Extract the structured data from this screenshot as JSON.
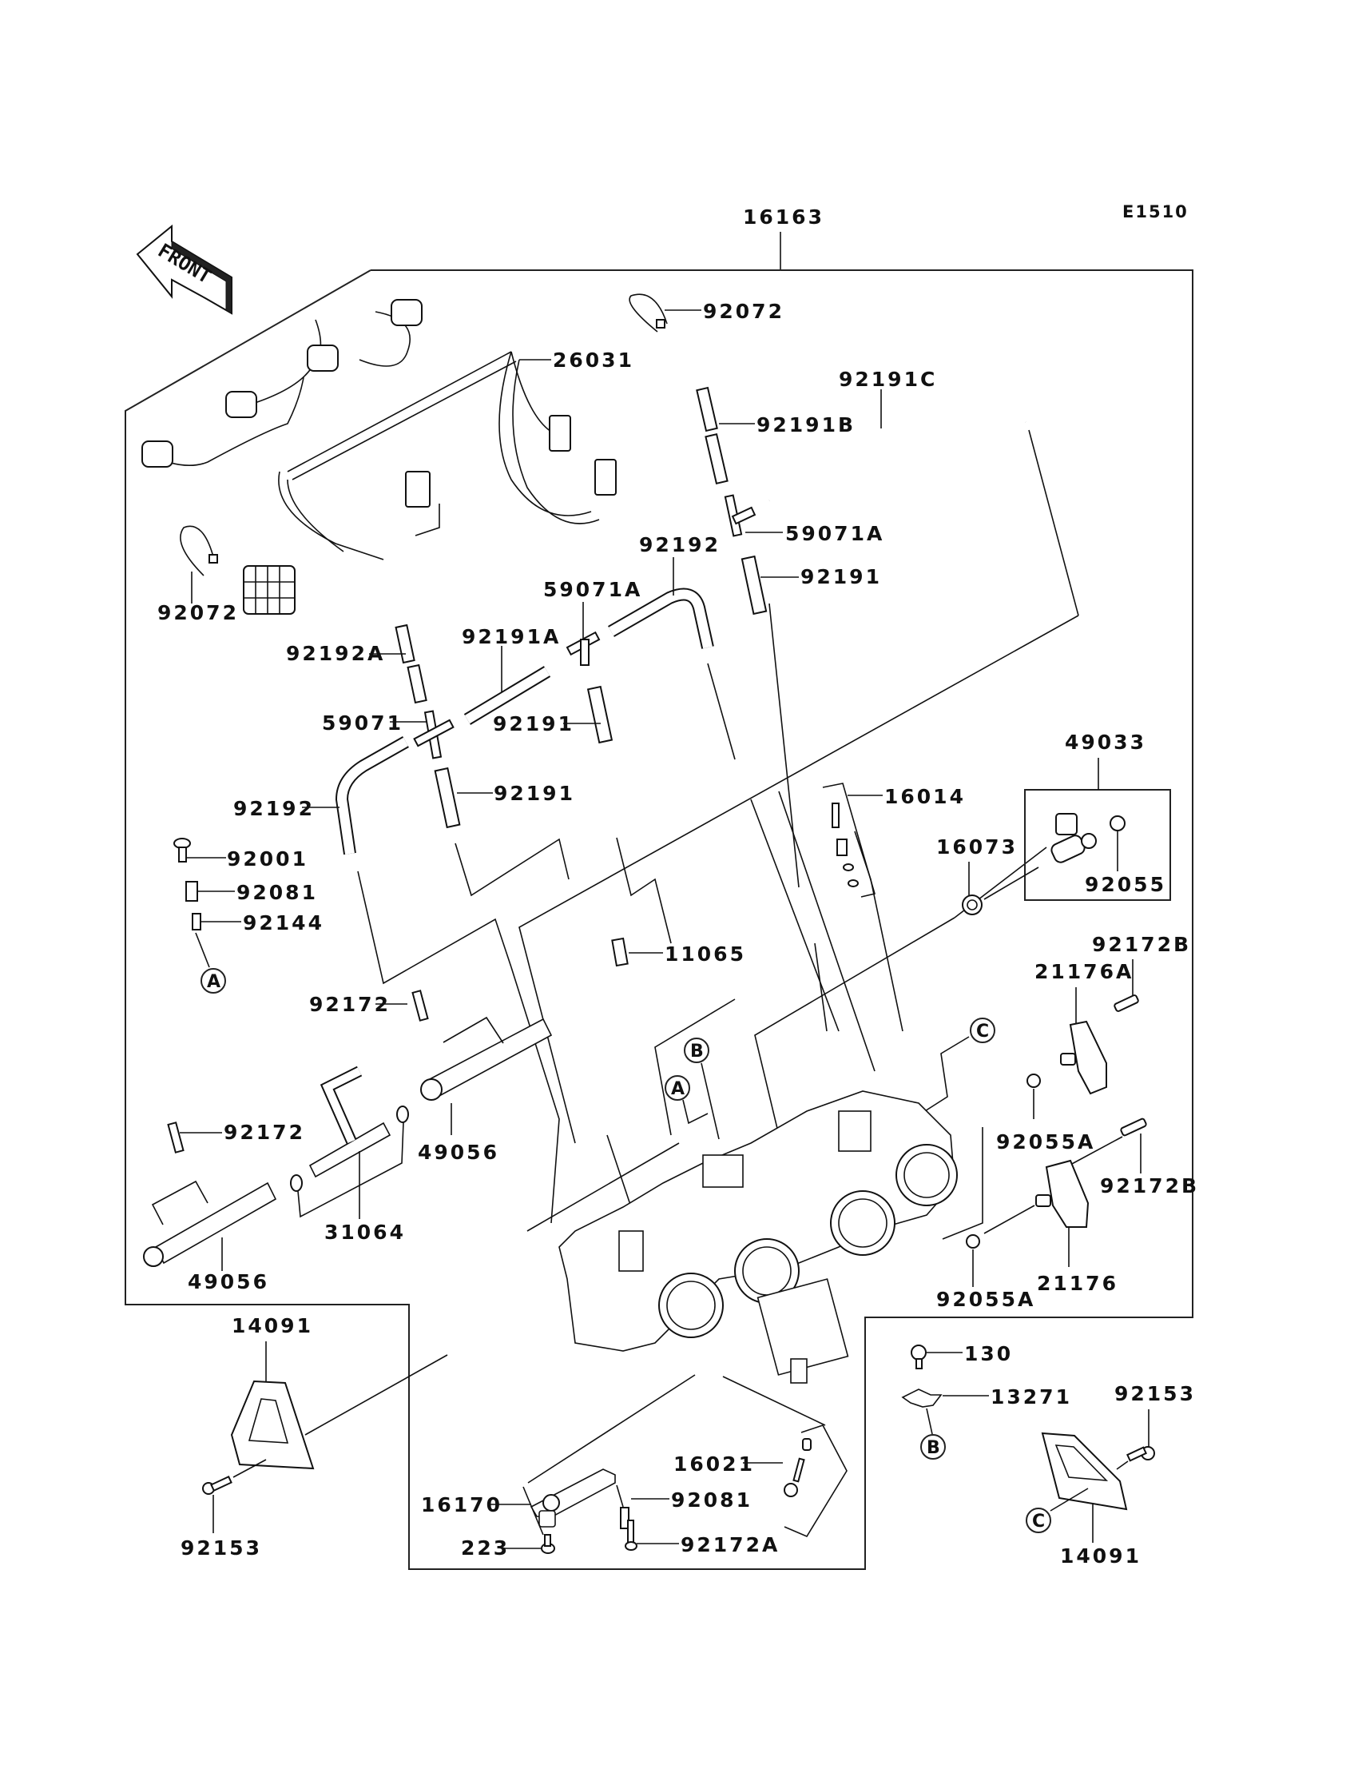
{
  "diagram": {
    "code": "E1510",
    "assembly_label": "16163",
    "front_arrow": "FRONT",
    "callouts": [
      {
        "id": "c01",
        "text": "92072"
      },
      {
        "id": "c02",
        "text": "26031"
      },
      {
        "id": "c03",
        "text": "92191C"
      },
      {
        "id": "c04",
        "text": "92191B"
      },
      {
        "id": "c05",
        "text": "59071A"
      },
      {
        "id": "c06",
        "text": "92191"
      },
      {
        "id": "c07",
        "text": "92192"
      },
      {
        "id": "c08",
        "text": "59071A"
      },
      {
        "id": "c09",
        "text": "92072"
      },
      {
        "id": "c10",
        "text": "92192A"
      },
      {
        "id": "c11",
        "text": "92191A"
      },
      {
        "id": "c12",
        "text": "59071"
      },
      {
        "id": "c13",
        "text": "92191"
      },
      {
        "id": "c14",
        "text": "92192"
      },
      {
        "id": "c15",
        "text": "92191"
      },
      {
        "id": "c16",
        "text": "49033"
      },
      {
        "id": "c17",
        "text": "16014"
      },
      {
        "id": "c18",
        "text": "16073"
      },
      {
        "id": "c19",
        "text": "92055"
      },
      {
        "id": "c20",
        "text": "92001"
      },
      {
        "id": "c21",
        "text": "92081"
      },
      {
        "id": "c22",
        "text": "92144"
      },
      {
        "id": "c23",
        "text": "11065"
      },
      {
        "id": "c24",
        "text": "92172B"
      },
      {
        "id": "c25",
        "text": "21176A"
      },
      {
        "id": "c26",
        "text": "92172"
      },
      {
        "id": "c27",
        "text": "92172"
      },
      {
        "id": "c28",
        "text": "49056"
      },
      {
        "id": "c29",
        "text": "92055A"
      },
      {
        "id": "c30",
        "text": "92172B"
      },
      {
        "id": "c31",
        "text": "31064"
      },
      {
        "id": "c32",
        "text": "21176"
      },
      {
        "id": "c33",
        "text": "49056"
      },
      {
        "id": "c34",
        "text": "92055A"
      },
      {
        "id": "c35",
        "text": "14091"
      },
      {
        "id": "c36",
        "text": "130"
      },
      {
        "id": "c37",
        "text": "13271"
      },
      {
        "id": "c38",
        "text": "92153"
      },
      {
        "id": "c39",
        "text": "16021"
      },
      {
        "id": "c40",
        "text": "16170"
      },
      {
        "id": "c41",
        "text": "92081"
      },
      {
        "id": "c42",
        "text": "92153"
      },
      {
        "id": "c43",
        "text": "223"
      },
      {
        "id": "c44",
        "text": "92172A"
      },
      {
        "id": "c45",
        "text": "14091"
      }
    ],
    "reference_markers": [
      {
        "id": "r1",
        "text": "A"
      },
      {
        "id": "r2",
        "text": "C"
      },
      {
        "id": "r3",
        "text": "B"
      },
      {
        "id": "r4",
        "text": "A"
      },
      {
        "id": "r5",
        "text": "B"
      },
      {
        "id": "r6",
        "text": "C"
      }
    ]
  }
}
